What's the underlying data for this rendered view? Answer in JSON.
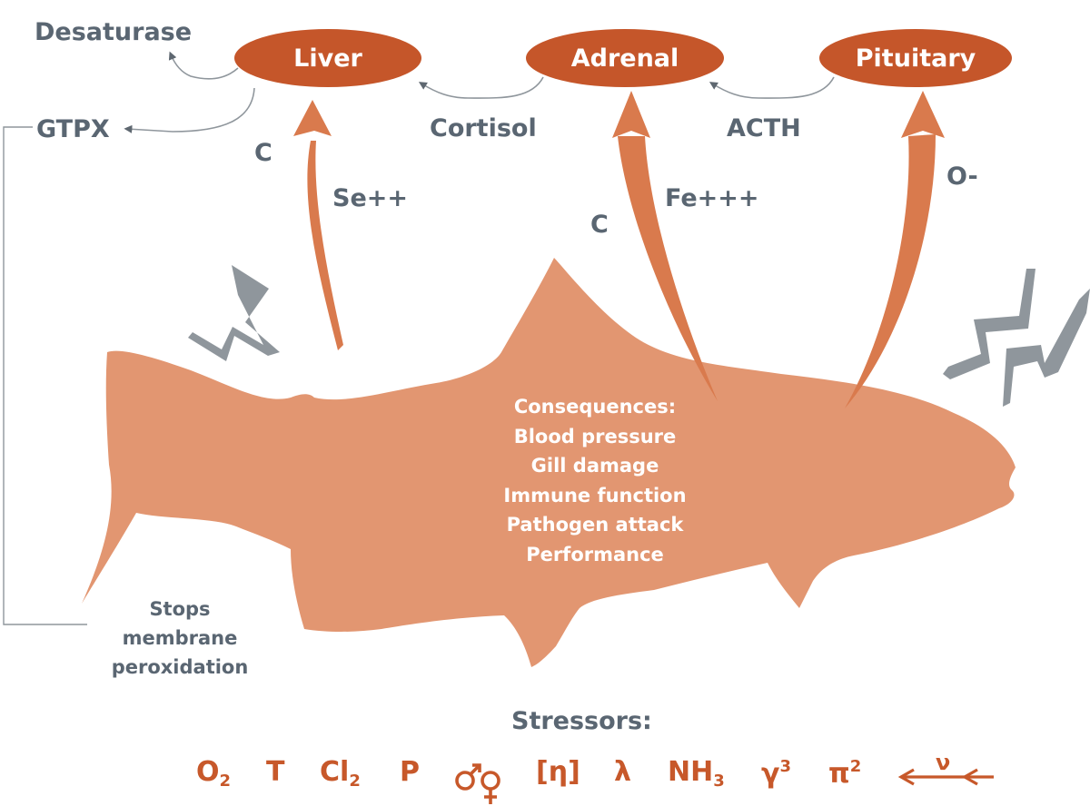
{
  "colors": {
    "organ": "#c5562a",
    "fish": "#e29671",
    "arrow": "#d97a4d",
    "stressor_text": "#c7582a",
    "label_text": "#5a6672",
    "bolt": "#8f969c"
  },
  "organs": {
    "liver": "Liver",
    "adrenal": "Adrenal",
    "pituitary": "Pituitary"
  },
  "labels": {
    "desaturase": "Desaturase",
    "gtpx": "GTPX",
    "cortisol": "Cortisol",
    "acth": "ACTH",
    "c_liver": "C",
    "se": "Se++",
    "c_adrenal": "C",
    "fe": "Fe+++",
    "o_minus": "O-"
  },
  "consequences": {
    "title": "Consequences:",
    "items": [
      "Blood pressure",
      "Gill damage",
      "Immune function",
      "Pathogen attack",
      "Performance"
    ]
  },
  "stops": [
    "Stops",
    "membrane",
    "peroxidation"
  ],
  "stressors": {
    "title": "Stressors:",
    "o2": {
      "base": "O",
      "sub": "2"
    },
    "t": "T",
    "cl2": {
      "base": "Cl",
      "sub": "2"
    },
    "p": "P",
    "eta": "[η]",
    "lambda": "λ",
    "nh3": {
      "base": "NH",
      "sub": "3"
    },
    "gamma": {
      "base": "γ",
      "sup": "3"
    },
    "pi": {
      "base": "π",
      "sup": "2"
    },
    "nu": "ν"
  }
}
